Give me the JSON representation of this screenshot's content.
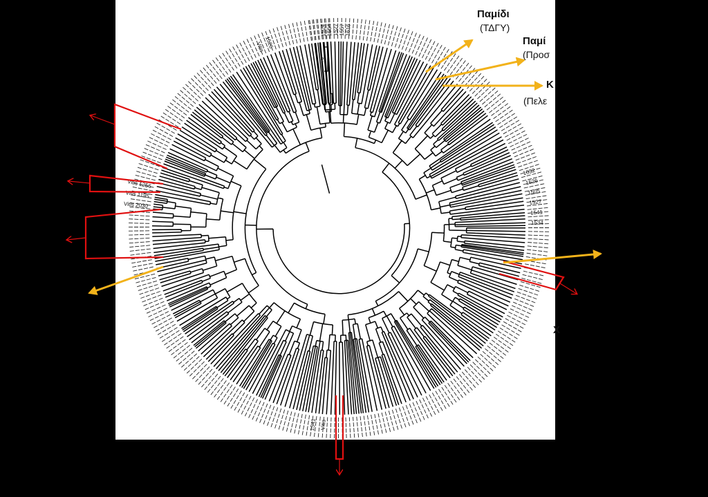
{
  "accent": {
    "red": "#e01010",
    "orange": "#f2b21a",
    "black": "#000000"
  },
  "labels": [
    {
      "title": "Παμίδι",
      "sub": "(ΤΔΓΥ)"
    },
    {
      "title": "Παμί",
      "sub": "(Προσ"
    },
    {
      "title": "Κ",
      "sub": "(Πελε"
    },
    {
      "title": "Χ",
      "sub": ""
    }
  ],
  "scale_bar": "2",
  "leaves": {
    "top_left": [
      "Vitis",
      "1526"
    ],
    "top_right": [
      "1524",
      "1554",
      "1527",
      "1557",
      "1616"
    ],
    "left": [
      "Vitis 2030",
      "Vitis 1195",
      "Vitis 1256"
    ],
    "right": [
      "1032",
      "1526",
      "1505",
      "1527",
      "1541",
      "1534"
    ],
    "bottom": [
      "Vitis",
      "1541"
    ]
  }
}
